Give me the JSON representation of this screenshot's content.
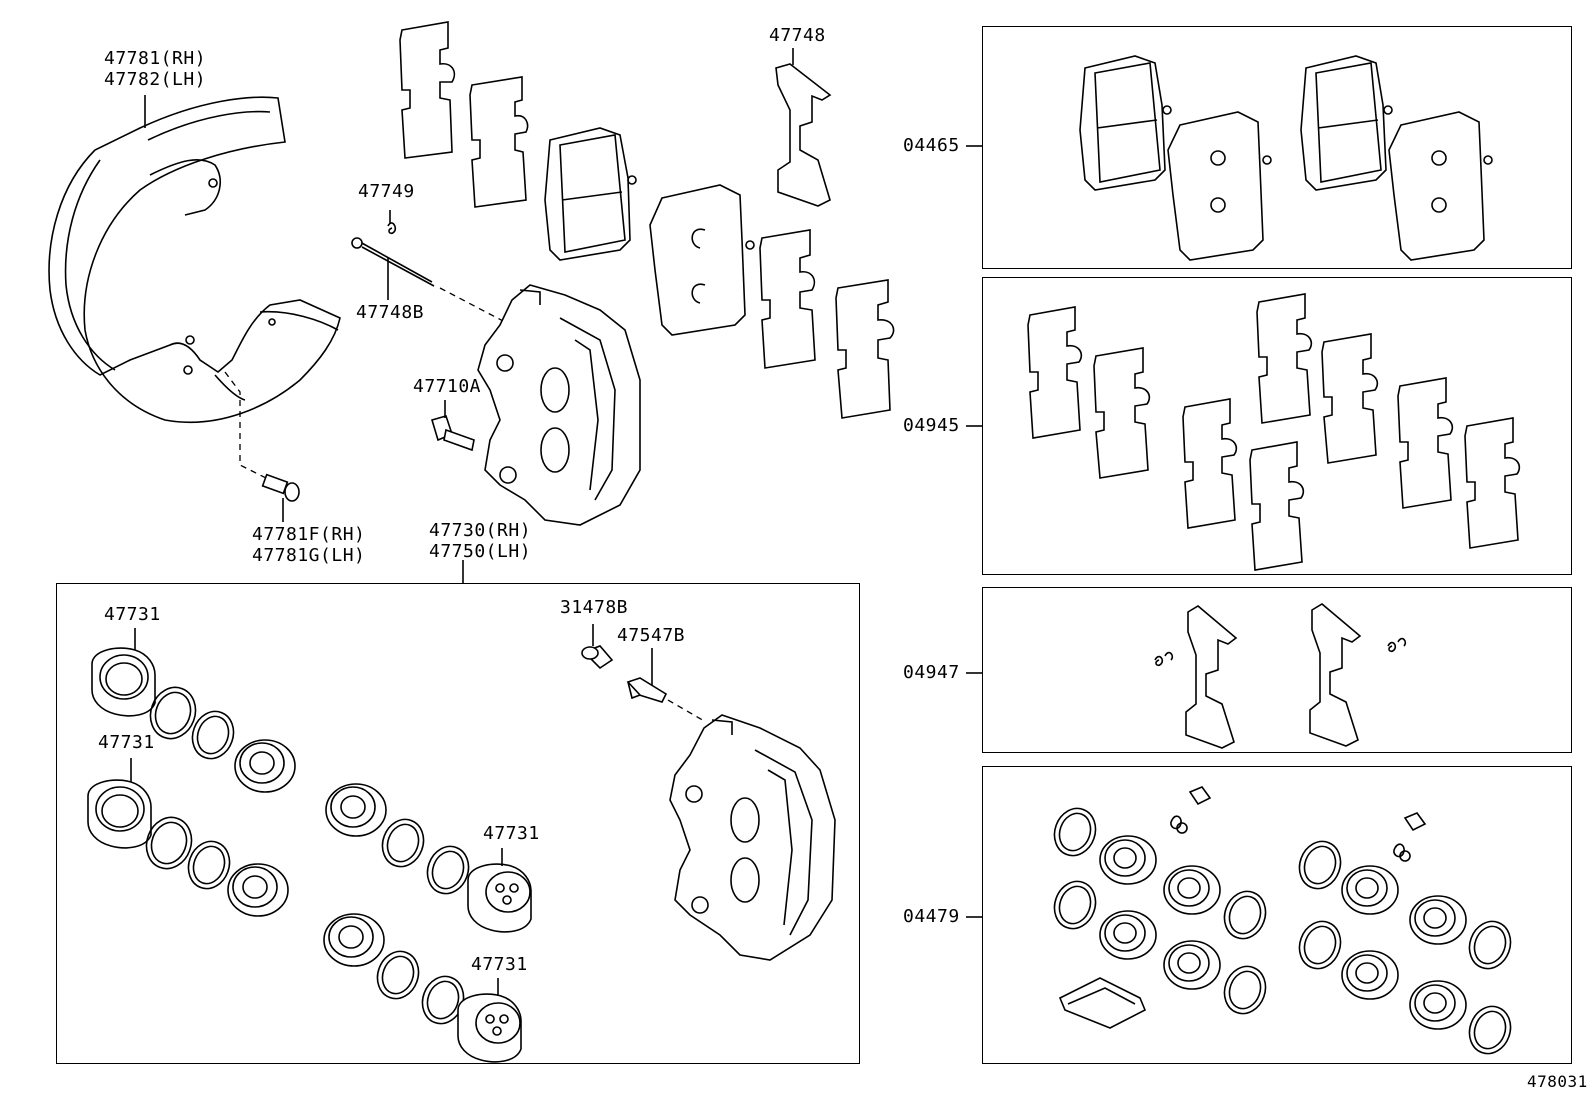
{
  "diagram_id": "478031",
  "labels": {
    "shield": "47781(RH)\n47782(LH)",
    "shield_rh": "47781(RH)",
    "shield_lh": "47782(LH)",
    "shim_kit": "47748",
    "pin_clip": "47749",
    "pin": "47748B",
    "bolt": "47710A",
    "bleeder_rh": "47781F(RH)",
    "bleeder_lh": "47781G(LH)",
    "caliper_rh": "47730(RH)",
    "caliper_lh": "47750(LH)",
    "piston_1": "47731",
    "piston_2": "47731",
    "piston_3": "47731",
    "piston_4": "47731",
    "cap": "31478B",
    "plug": "47547B"
  },
  "kits": {
    "pad_kit": "04465",
    "shim_kit": "04945",
    "fitting_kit": "04947",
    "cylinder_kit": "04479"
  }
}
